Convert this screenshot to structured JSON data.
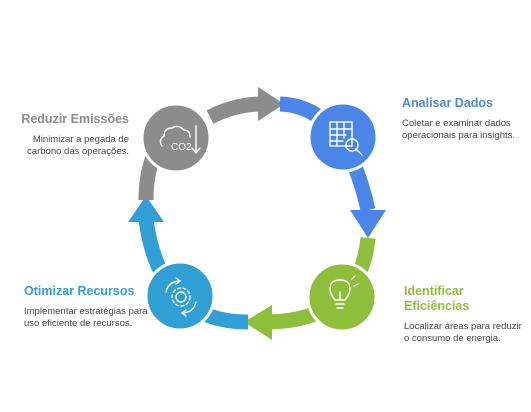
{
  "colors": {
    "gray": "#8c8c8c",
    "blue": "#4a86e8",
    "green": "#8dbf3a",
    "cyan": "#2f9fd6"
  },
  "steps": [
    {
      "title": "Reduzir Emissões",
      "description": "Minimizar a pegada de carbono das operações.",
      "icon": "co2-icon",
      "icon_text": "CO2"
    },
    {
      "title": "Analisar Dados",
      "description": "Coletar e examinar dados operacionais para insights.",
      "icon": "table-search-icon"
    },
    {
      "title": "Identificar Eficiências",
      "description": "Localizar áreas para reduzir o consumo de energia.",
      "icon": "lightbulb-icon"
    },
    {
      "title": "Otimizar Recursos",
      "description": "Implementar estratégias para uso eficiente de recursos.",
      "icon": "gear-cycle-icon"
    }
  ]
}
